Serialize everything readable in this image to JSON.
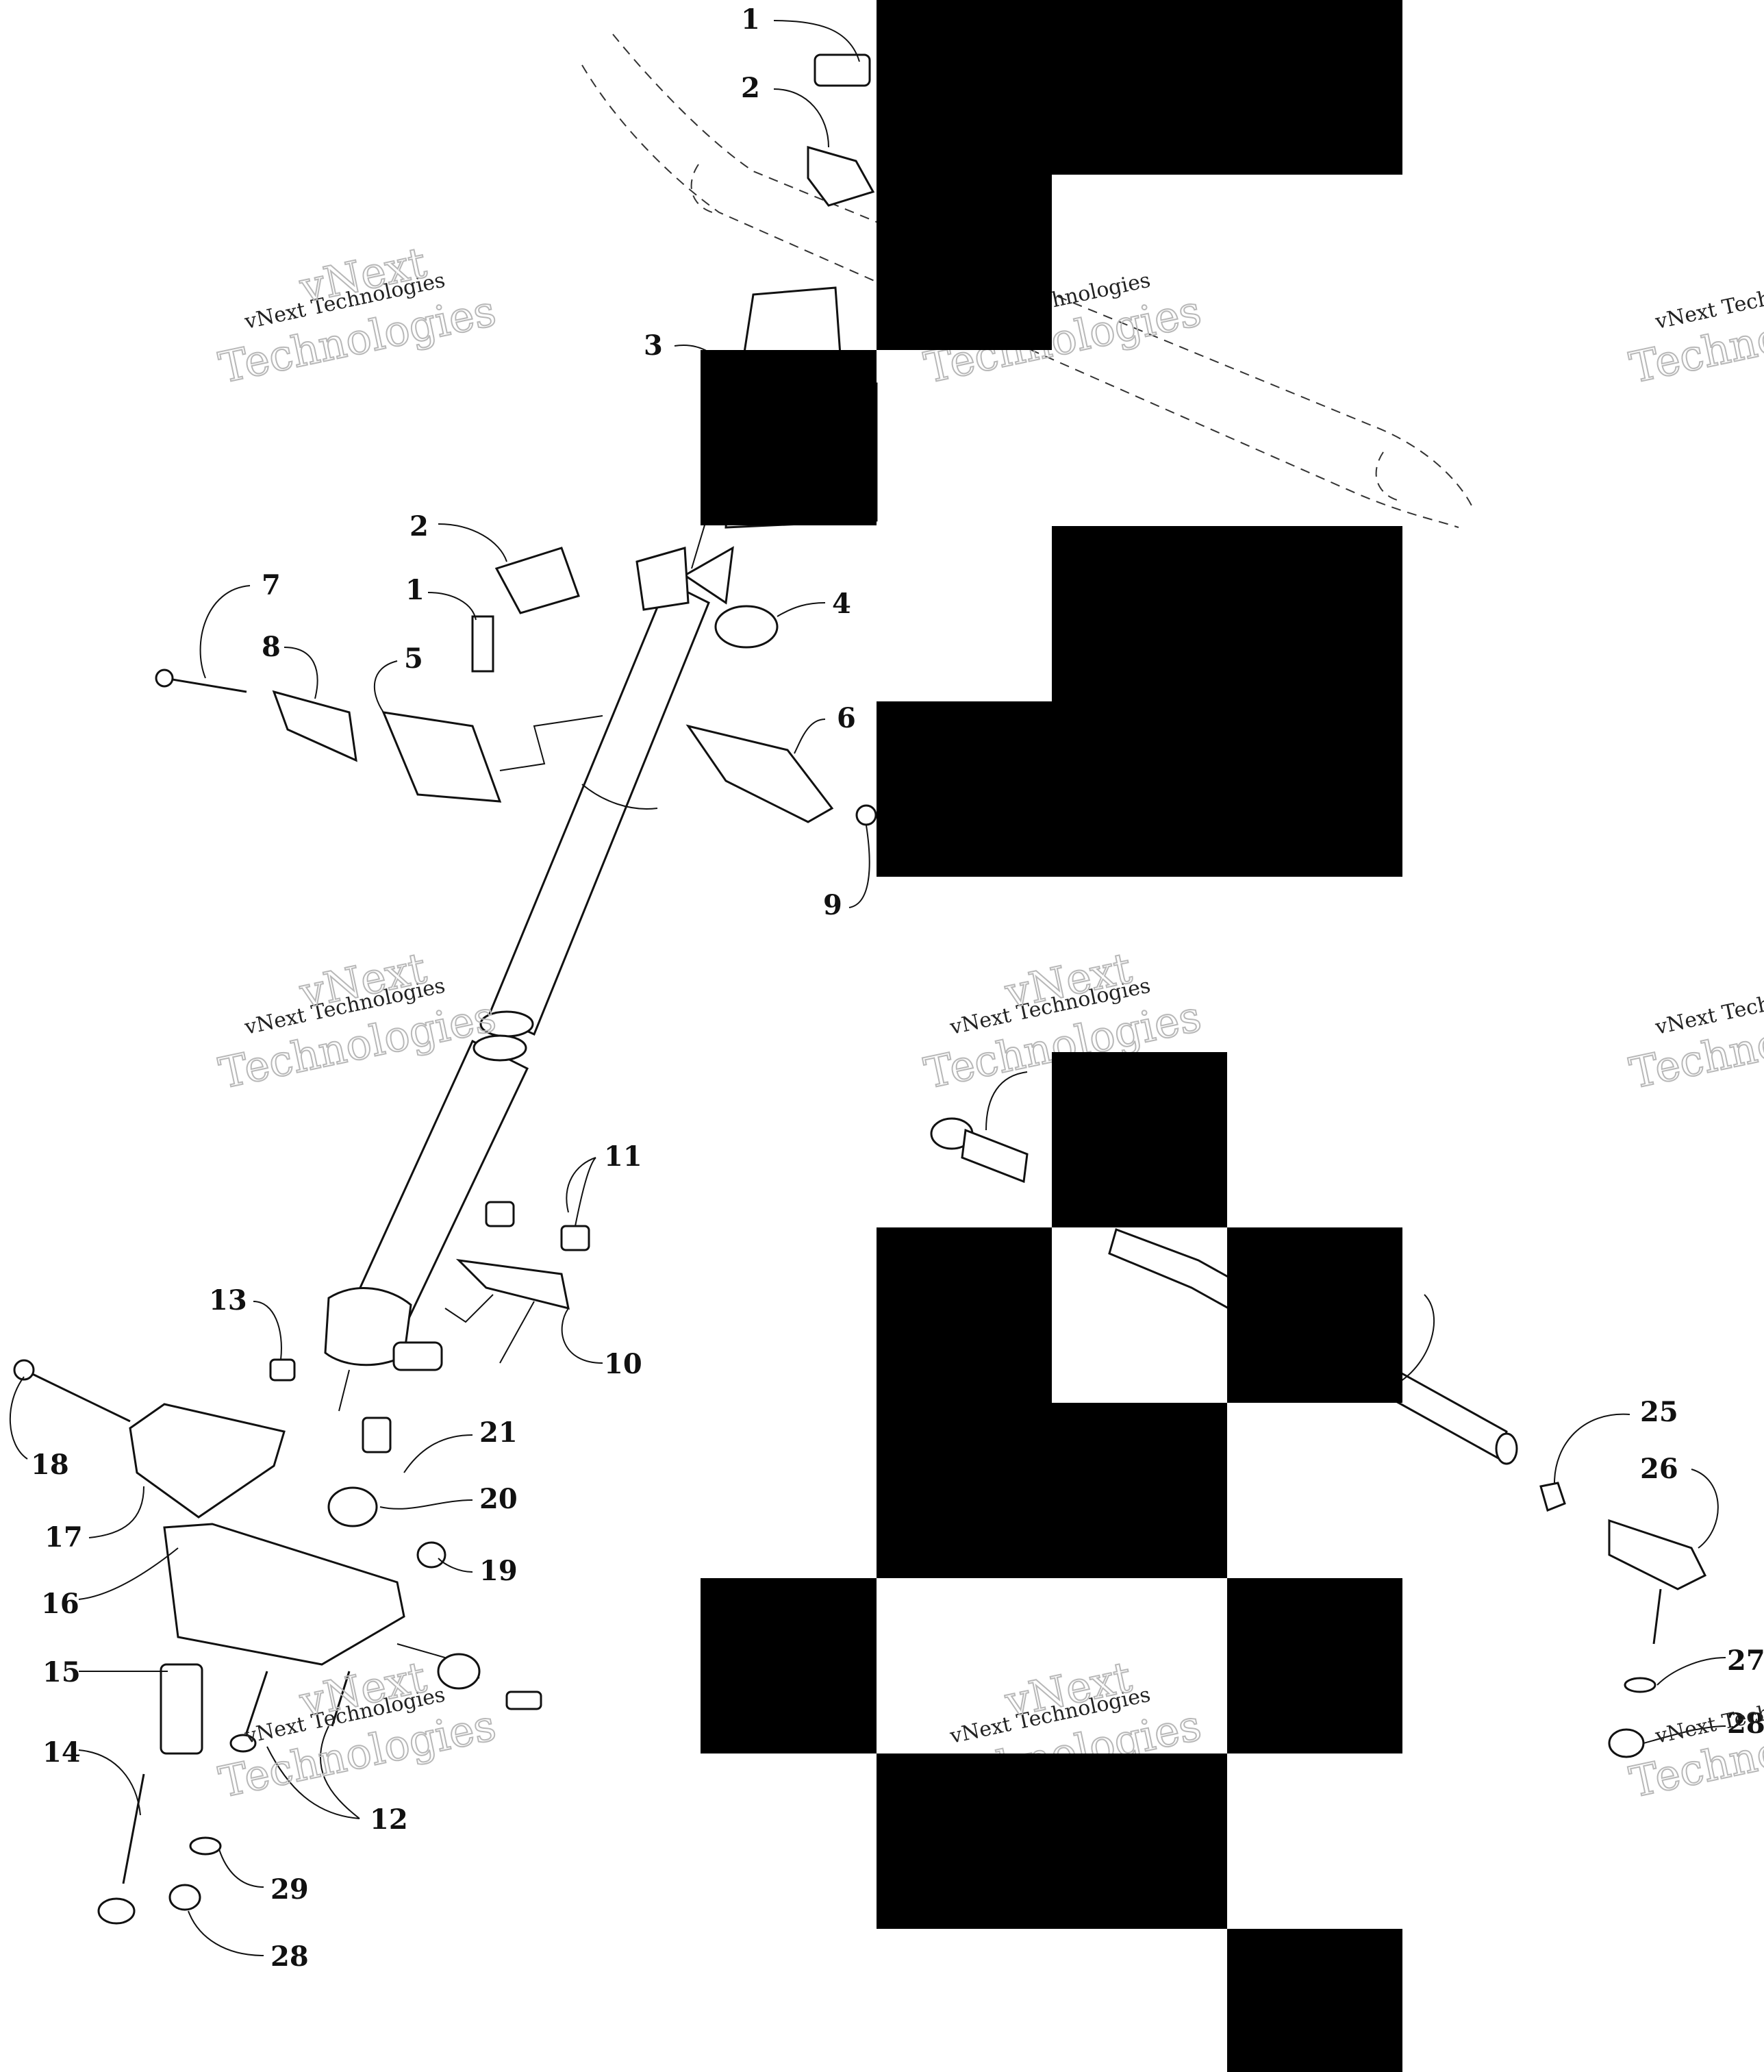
{
  "callouts": {
    "c1a": "1",
    "c2a": "2",
    "c3": "3",
    "c2b": "2",
    "c1b": "1",
    "c7": "7",
    "c8": "8",
    "c5": "5",
    "c4": "4",
    "c6": "6",
    "c9": "9",
    "c11": "11",
    "c10": "10",
    "c13": "13",
    "c18": "18",
    "c17": "17",
    "c21": "21",
    "c20": "20",
    "c16": "16",
    "c19": "19",
    "c15": "15",
    "c14": "14",
    "c12": "12",
    "c29": "29",
    "c28a": "28",
    "c25": "25",
    "c26": "26",
    "c27": "27",
    "c28b": "28"
  },
  "watermark": {
    "line1": "vNext Technologies",
    "line2": "Technologies",
    "line0": "vNext"
  },
  "colors": {
    "ink": "#111111",
    "redaction": "#000000",
    "watermark": "#b8b8b8"
  }
}
